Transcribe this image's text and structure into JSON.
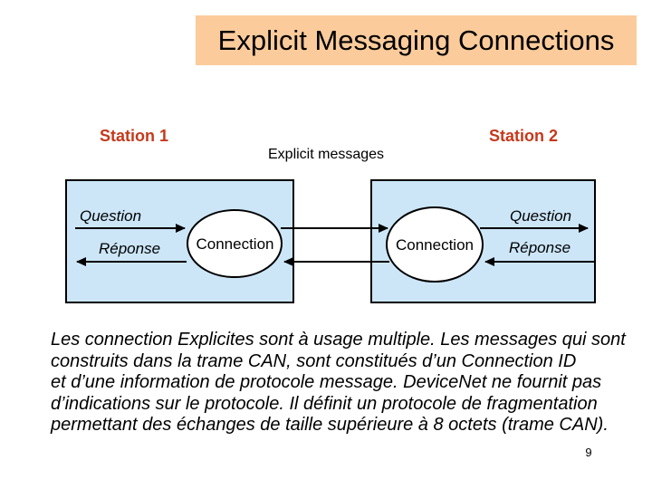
{
  "title": {
    "text": "Explicit Messaging Connections"
  },
  "diagram": {
    "station1_label": "Station 1",
    "station2_label": "Station 2",
    "messages_label": "Explicit messages",
    "left_box": {
      "question_label": "Question",
      "response_label": "Réponse",
      "connection_label": "Connection"
    },
    "right_box": {
      "question_label": "Question",
      "response_label": "Réponse",
      "connection_label": "Connection"
    }
  },
  "body": {
    "lines": [
      "Les connection Explicites sont à usage multiple. Les messages qui sont",
      "construits dans la trame CAN, sont constitués d’un Connection ID",
      "et d’une information de protocole message. DeviceNet ne fournit pas",
      "d’indications sur le protocole. Il définit un protocole de fragmentation",
      "permettant des échanges de taille supérieure à 8 octets (trame CAN)."
    ]
  },
  "footer": {
    "page_number": "9"
  },
  "colors": {
    "title_background": "#FBCB9B",
    "box_fill": "#CCE6F8",
    "station_text": "#C5391B",
    "line_color": "#000000"
  }
}
